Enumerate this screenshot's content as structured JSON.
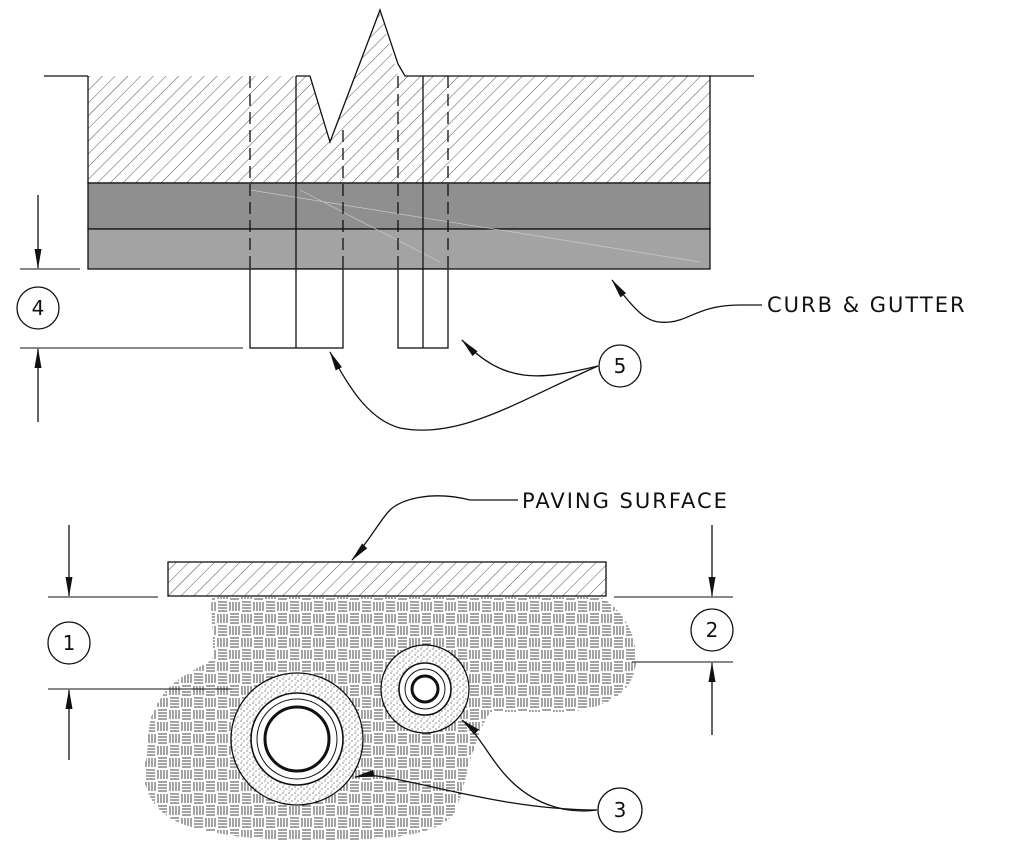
{
  "labels": {
    "curb_gutter": "CURB & GUTTER",
    "paving_surface": "PAVING SURFACE"
  },
  "callouts": {
    "c1": "1",
    "c2": "2",
    "c3": "3",
    "c4": "4",
    "c5": "5"
  }
}
